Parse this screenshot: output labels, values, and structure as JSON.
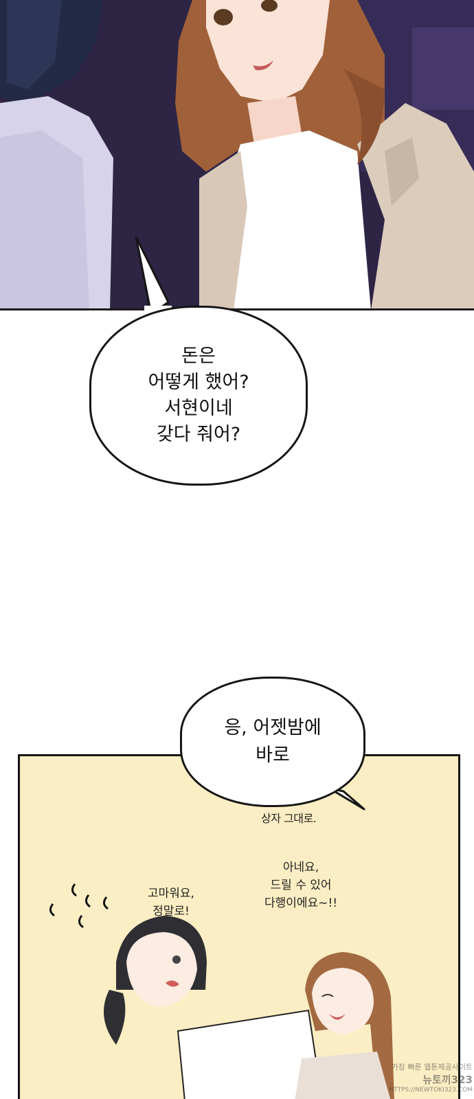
{
  "bubble_1": {
    "lines": [
      "돈은",
      "어떻게 했어?",
      "서현이네",
      "갖다 줘어?"
    ]
  },
  "bubble_2": {
    "lines": [
      "응, 어젯밤에",
      "바로"
    ]
  },
  "sfx": {
    "box_note": "상자 그대로.",
    "left_chars": [
      "고마워요,",
      "정말로!"
    ],
    "right_chars": [
      "아네요,",
      "드릴 수 있어",
      "다행이에요~!!"
    ]
  },
  "watermark": {
    "line1": "가장 빠른 웹툰제공사이트",
    "line2": "뉴토끼323",
    "line3": "HTTPS://NEWTOKI323.COM"
  },
  "colors": {
    "night_bg": "#2b2140",
    "hair": "#a0603a",
    "jacket": "#d9c8b8",
    "panel_yellow": "#fbeec4"
  }
}
